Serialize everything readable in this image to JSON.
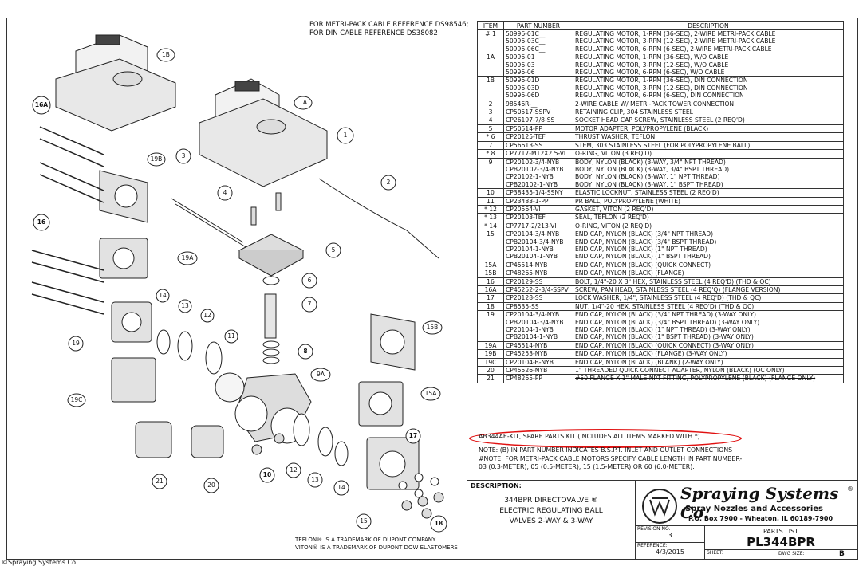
{
  "header_note": [
    "FOR METRI-PACK CABLE REFERENCE DS98546;",
    "FOR DIN CABLE REFERENCE DS38082"
  ],
  "table_headers": {
    "item": "ITEM",
    "part": "PART NUMBER",
    "desc": "DESCRIPTION"
  },
  "rows": [
    {
      "item": "# 1",
      "pn": "50996-01C__",
      "desc": "REGULATING MOTOR, 1-RPM (36-SEC), 2-WIRE METRI-PACK CABLE",
      "grp": true
    },
    {
      "item": "",
      "pn": "50996-03C__",
      "desc": "REGULATING MOTOR, 3-RPM (12-SEC), 2-WIRE METRI-PACK CABLE"
    },
    {
      "item": "",
      "pn": "50996-06C__",
      "desc": "REGULATING MOTOR, 6-RPM (6-SEC), 2-WIRE METRI-PACK CABLE"
    },
    {
      "item": "1A",
      "pn": "50996-01",
      "desc": "REGULATING MOTOR, 1-RPM (36-SEC), W/O CABLE",
      "grp": true
    },
    {
      "item": "",
      "pn": "50996-03",
      "desc": "REGULATING MOTOR, 3-RPM (12-SEC), W/O CABLE"
    },
    {
      "item": "",
      "pn": "50996-06",
      "desc": "REGULATING MOTOR, 6-RPM (6-SEC), W/O CABLE"
    },
    {
      "item": "1B",
      "pn": "50996-01D",
      "desc": "REGULATING MOTOR, 1-RPM (36-SEC), DIN CONNECTION",
      "grp": true
    },
    {
      "item": "",
      "pn": "50996-03D",
      "desc": "REGULATING MOTOR, 3-RPM (12-SEC), DIN CONNECTION"
    },
    {
      "item": "",
      "pn": "50996-06D",
      "desc": "REGULATING MOTOR, 6-RPM (6-SEC), DIN CONNECTION"
    },
    {
      "item": "2",
      "pn": "98546R-__",
      "desc": "2-WIRE CABLE W/ METRI-PACK TOWER CONNECTION",
      "grp": true
    },
    {
      "item": "3",
      "pn": "CP50517-SSPV",
      "desc": "RETAINING CLIP, 304 STAINLESS STEEL",
      "grp": true
    },
    {
      "item": "4",
      "pn": "CP26197-7/8-SS",
      "desc": "SOCKET HEAD CAP SCREW, STAINLESS STEEL (2 REQ'D)",
      "grp": true
    },
    {
      "item": "5",
      "pn": "CP50514-PP",
      "desc": "MOTOR ADAPTER, POLYPROPYLENE (BLACK)",
      "grp": true
    },
    {
      "item": "* 6",
      "pn": "CP20125-TEF",
      "desc": "THRUST WASHER, TEFLON",
      "grp": true
    },
    {
      "item": "7",
      "pn": "CP56613-SS",
      "desc": "STEM, 303 STAINLESS STEEL (FOR POLYPROPYLENE BALL)",
      "grp": true
    },
    {
      "item": "* 8",
      "pn": "CP7717-M12X2.5-VI",
      "desc": "O-RING, VITON (3 REQ'D)",
      "grp": true
    },
    {
      "item": "9",
      "pn": "CP20102-3/4-NYB",
      "desc": "BODY, NYLON (BLACK) (3-WAY, 3/4\" NPT THREAD)",
      "grp": true
    },
    {
      "item": "",
      "pn": "CPB20102-3/4-NYB",
      "desc": "BODY, NYLON (BLACK) (3-WAY, 3/4\" BSPT THREAD)"
    },
    {
      "item": "",
      "pn": "CP20102-1-NYB",
      "desc": "BODY, NYLON (BLACK) (3-WAY, 1\" NPT THREAD)"
    },
    {
      "item": "",
      "pn": "CPB20102-1-NYB",
      "desc": "BODY, NYLON (BLACK) (3-WAY, 1\" BSPT THREAD)"
    },
    {
      "item": "10",
      "pn": "CP38435-1/4-SSNY",
      "desc": "ELASTIC LOCKNUT, STAINLESS STEEL (2 REQ'D)",
      "grp": true
    },
    {
      "item": "11",
      "pn": "CP23483-1-PP",
      "desc": "PR BALL, POLYPROPYLENE (WHITE)",
      "grp": true
    },
    {
      "item": "* 12",
      "pn": "CP20564-VI",
      "desc": "GASKET, VITON (2 REQ'D)",
      "grp": true
    },
    {
      "item": "* 13",
      "pn": "CP20103-TEF",
      "desc": "SEAL, TEFLON (2 REQ'D)",
      "grp": true
    },
    {
      "item": "* 14",
      "pn": "CP7717-2/213-VI",
      "desc": "O-RING, VITON (2 REQ'D)",
      "grp": true
    },
    {
      "item": "15",
      "pn": "CP20104-3/4-NYB",
      "desc": "END CAP, NYLON (BLACK) (3/4\" NPT THREAD)",
      "grp": true
    },
    {
      "item": "",
      "pn": "CPB20104-3/4-NYB",
      "desc": "END CAP, NYLON (BLACK) (3/4\" BSPT THREAD)"
    },
    {
      "item": "",
      "pn": "CP20104-1-NYB",
      "desc": "END CAP, NYLON (BLACK) (1\" NPT THREAD)"
    },
    {
      "item": "",
      "pn": "CPB20104-1-NYB",
      "desc": "END CAP, NYLON (BLACK) (1\" BSPT THREAD)"
    },
    {
      "item": "15A",
      "pn": "CP45514-NYB",
      "desc": "END CAP, NYLON (BLACK) (QUICK CONNECT)",
      "grp": true
    },
    {
      "item": "15B",
      "pn": "CP48265-NYB",
      "desc": "END CAP, NYLON (BLACK) (FLANGE)",
      "grp": true
    },
    {
      "item": "16",
      "pn": "CP20129-SS",
      "desc": "BOLT, 1/4\"-20 X 3\" HEX, STAINLESS STEEL (4 REQ'D) (THD & QC)",
      "grp": true
    },
    {
      "item": "16A",
      "pn": "CP45252-2-3/4-SSPV",
      "desc": "SCREW, PAN HEAD, STAINLESS STEEL (4 REQ'Q) (FLANGE VERSION)",
      "grp": true
    },
    {
      "item": "17",
      "pn": "CP20128-SS",
      "desc": "LOCK WASHER, 1/4\", STAINLESS STEEL (4 REQ'D) (THD & QC)",
      "grp": true
    },
    {
      "item": "18",
      "pn": "CP8535-SS",
      "desc": "NUT, 1/4\"-20 HEX, STAINLESS STEEL (4 REQ'D) (THD & QC)",
      "grp": true
    },
    {
      "item": "19",
      "pn": "CP20104-3/4-NYB",
      "desc": "END CAP, NYLON (BLACK) (3/4\" NPT THREAD) (3-WAY ONLY)",
      "grp": true
    },
    {
      "item": "",
      "pn": "CPB20104-3/4-NYB",
      "desc": "END CAP, NYLON (BLACK) (3/4\" BSPT THREAD) (3-WAY ONLY)"
    },
    {
      "item": "",
      "pn": "CP20104-1-NYB",
      "desc": "END CAP, NYLON (BLACK) (1\" NPT THREAD) (3-WAY ONLY)"
    },
    {
      "item": "",
      "pn": "CPB20104-1-NYB",
      "desc": "END CAP, NYLON (BLACK) (1\" BSPT THREAD) (3-WAY ONLY)"
    },
    {
      "item": "19A",
      "pn": "CP45514-NYB",
      "desc": "END CAP, NYLON (BLACK) (QUICK CONNECT) (3-WAY ONLY)",
      "grp": true
    },
    {
      "item": "19B",
      "pn": "CP45253-NYB",
      "desc": "END CAP, NYLON (BLACK) (FLANGE) (3-WAY ONLY)",
      "grp": true
    },
    {
      "item": "19C",
      "pn": "CP20104-B-NYB",
      "desc": "END CAP, NYLON (BLACK) (BLANK) (2-WAY ONLY)",
      "grp": true
    },
    {
      "item": "20",
      "pn": "CP45526-NYB",
      "desc": "1\" THREADED QUICK CONNECT ADAPTER, NYLON (BLACK) (QC ONLY)",
      "grp": true
    },
    {
      "item": "21",
      "pn": "CP48265-PP",
      "desc": "#50 FLANGE X 1\" MALE NPT FITTING, POLYPROPYLENE (BLACK) (FLANGE ONLY)",
      "grp": true,
      "strike": true
    }
  ],
  "kit_line": "AB344AE-KIT, SPARE PARTS KIT (INCLUDES ALL ITEMS MARKED WITH *)",
  "notes": [
    "NOTE: (B) IN PART NUMBER INDICATES B.S.P.T. INLET AND OUTLET CONNECTIONS",
    "#NOTE: FOR METRI-PACK CABLE MOTORS SPECIFY CABLE LENGTH IN PART NUMBER-",
    "03 (0.3-METER), 05 (0.5-METER), 15 (1.5-METER) OR 60 (6.0-METER)."
  ],
  "title_block": {
    "desc_label": "DESCRIPTION:",
    "desc_lines": [
      "344BPR DIRECTOVALVE ®",
      "ELECTRIC REGULATING BALL",
      "VALVES 2-WAY & 3-WAY"
    ],
    "company": "Spraying Systems Co.",
    "reg_mark": "®",
    "tagline": "Spray Nozzles and Accessories",
    "address": "P.O. Box 7900 - Wheaton, IL 60189-7900",
    "revision_label": "REVISION NO.",
    "revision": "3",
    "reference_label": "REFERENCE:",
    "reference_date": "4/3/2015",
    "parts_list_label": "PARTS LIST",
    "parts_list": "PL344BPR",
    "sheet_label": "SHEET:",
    "dwg_size_label": "DWG SIZE:",
    "dwg_size": "B"
  },
  "trademarks": [
    "TEFLON® IS A TRADEMARK OF DUPONT COMPANY",
    "VITON® IS A TRADEMARK OF DUPONT DOW ELASTOMERS"
  ],
  "copyright": "©Spraying Systems Co.",
  "callouts": [
    "1B",
    "1A",
    "16A",
    "1",
    "19B",
    "3",
    "2",
    "4",
    "16",
    "5",
    "19A",
    "6",
    "7",
    "14",
    "13",
    "12",
    "15B",
    "11",
    "8",
    "19",
    "9A",
    "15A",
    "19C",
    "17",
    "10",
    "12",
    "13",
    "14",
    "21",
    "20",
    "15",
    "18"
  ]
}
